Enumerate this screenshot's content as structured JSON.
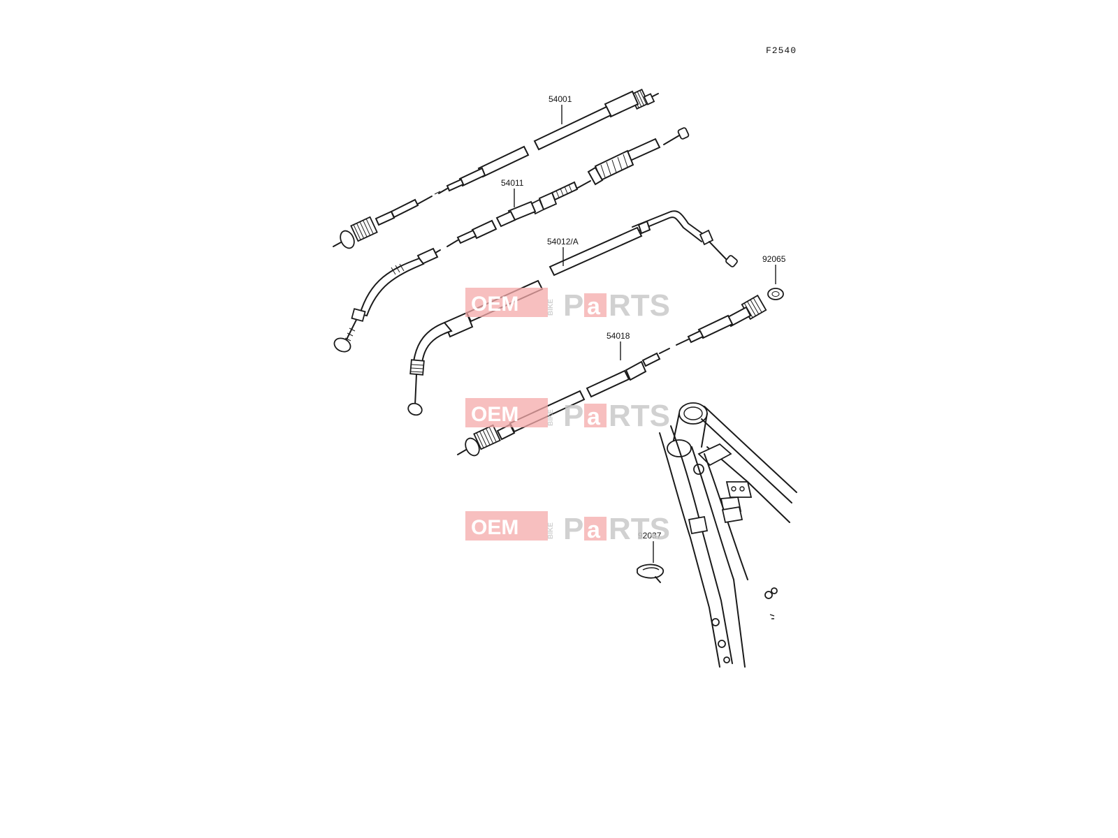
{
  "figure_code": "F2540",
  "callouts": [
    {
      "part": "54001"
    },
    {
      "part": "54011"
    },
    {
      "part": "54012/A"
    },
    {
      "part": "92065"
    },
    {
      "part": "54018"
    },
    {
      "part": "92037"
    }
  ],
  "watermark": {
    "left": "OEM",
    "vertical": "BIKE",
    "right_p": "P",
    "right_a": "a",
    "right_rest": "RTS",
    "color": "#e85858"
  }
}
